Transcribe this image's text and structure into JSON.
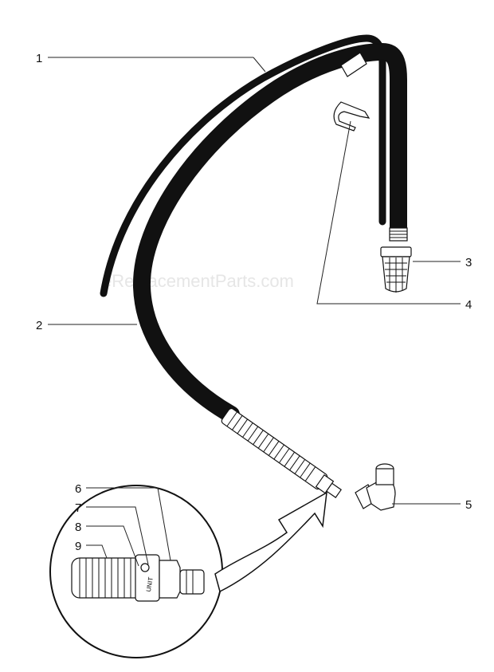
{
  "watermark": "eReplacementParts.com",
  "callouts": {
    "c1": "1",
    "c2": "2",
    "c3": "3",
    "c4": "4",
    "c5": "5",
    "c6": "6",
    "c7": "7",
    "c8": "8",
    "c9": "9"
  },
  "clamp_text": "UNIT"
}
